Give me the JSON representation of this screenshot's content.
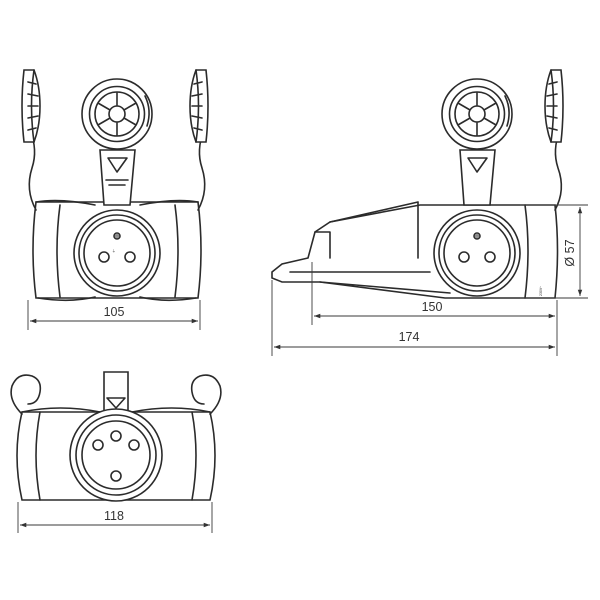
{
  "dimensions": {
    "front_width": "105",
    "side_body_length": "150",
    "side_total_length": "174",
    "socket_diameter": "Ø 57",
    "bottom_width": "118"
  },
  "markings": {
    "pin_label": "⏚",
    "rating_small": "230V~"
  },
  "colors": {
    "line": "#2b2b2b",
    "background": "#ffffff"
  }
}
